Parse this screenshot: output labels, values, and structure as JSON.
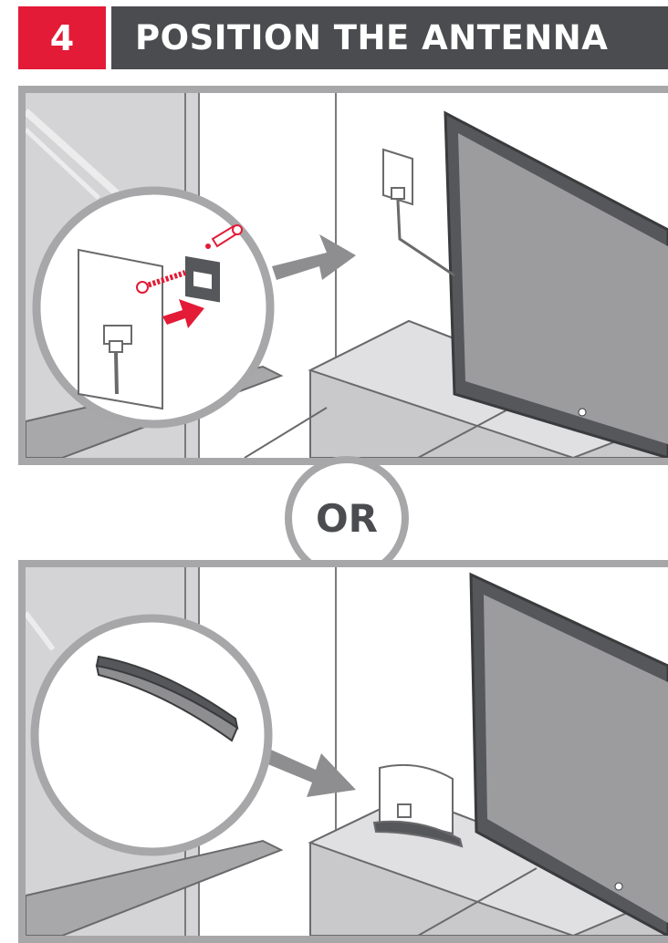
{
  "header": {
    "step_number": "4",
    "title": "POSITION THE ANTENNA"
  },
  "divider": {
    "label": "OR"
  },
  "colors": {
    "accent_red": "#e31b37",
    "header_dark": "#4a4c4f",
    "frame_gray": "#a7a7a9"
  },
  "illustrations": [
    {
      "method": "wall-mount",
      "icons": [
        "wall-plate-icon",
        "screw-icon",
        "wall-anchor-icon",
        "push-arrow-icon",
        "flat-antenna-icon",
        "tv-icon"
      ]
    },
    {
      "method": "stand",
      "icons": [
        "antenna-stand-icon",
        "flat-antenna-icon",
        "tv-icon"
      ]
    }
  ]
}
